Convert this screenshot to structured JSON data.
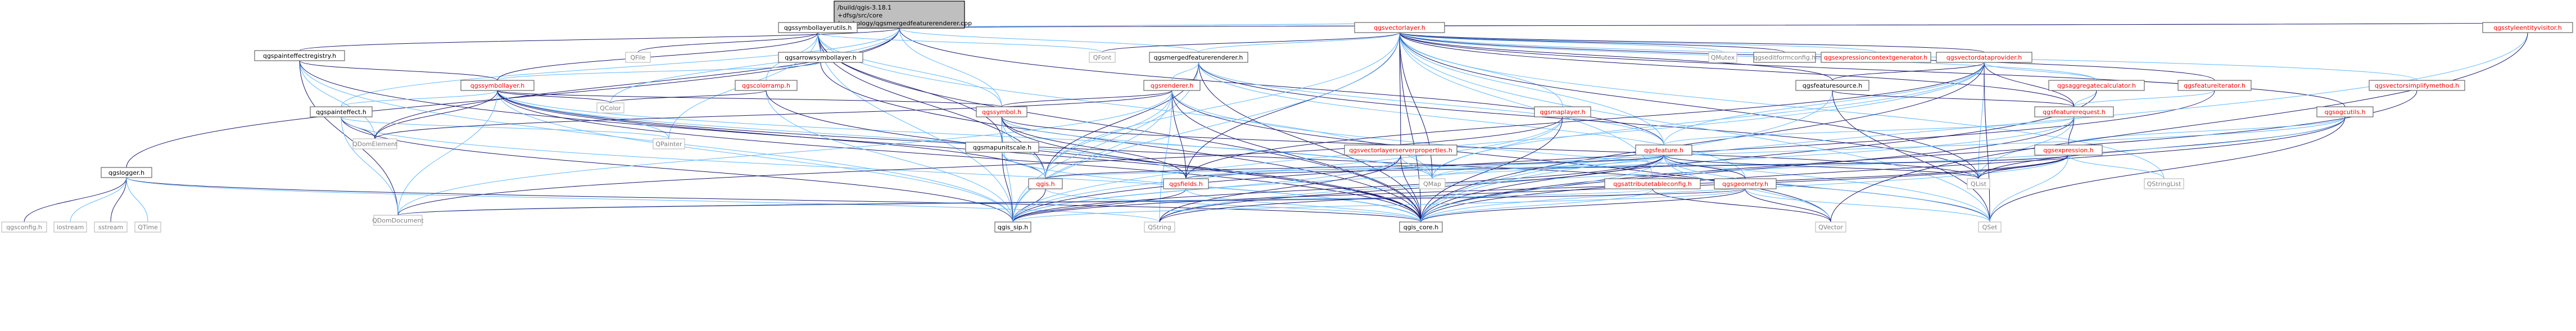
{
  "root": [
    "/build/qgis-3.18.1",
    "+dfsg/src/core",
    "/symbology/qgsmergedfeaturerenderer.cpp"
  ],
  "nodes": {
    "qgsvectorlayer": "qgsvectorlayer.h",
    "qgsstyleentityvisitor": "qgsstyleentityvisitor.h",
    "qgssymbollayerutils": "qgssymbollayerutils.h",
    "qgspainteffectregistry": "qgspainteffectregistry.h",
    "qgsarrowsymbollayer": "qgsarrowsymbollayer.h",
    "qgssymbollayer": "qgssymbollayer.h",
    "qgscolorramp": "qgscolorramp.h",
    "qgsmergedfeaturerenderer": "qgsmergedfeaturerenderer.h",
    "qgsrenderer": "qgsrenderer.h",
    "qgspainteffect": "qgspainteffect.h",
    "qgssymbol": "qgssymbol.h",
    "qgsmapunitscale": "qgsmapunitscale.h",
    "qgslogger": "qgslogger.h",
    "qgsvectordataprovider": "qgsvectordataprovider.h",
    "qgsfeaturesource": "qgsfeaturesource.h",
    "qgsaggregatecalculator": "qgsaggregatecalculator.h",
    "qgsfeatureiterator": "qgsfeatureiterator.h",
    "qgsfeaturerequest": "qgsfeaturerequest.h",
    "qgsvectorsimplifymethod": "qgsvectorsimplifymethod.h",
    "qgsogcutils": "qgsogcutils.h",
    "qgsexpression": "qgsexpression.h",
    "qgsexpressioncontextgenerator": "qgsexpressioncontextgenerator.h",
    "qgsmaplayer": "qgsmaplayer.h",
    "qgsfeature": "qgsfeature.h",
    "qgsvectorlayerserverproperties": "qgsvectorlayerserverproperties.h",
    "qgsattributetableconfig": "qgsattributetableconfig.h",
    "qgsgeometry": "qgsgeometry.h",
    "qgsfields": "qgsfields.h",
    "qgis": "qgis.h",
    "qgis_sip": "qgis_sip.h",
    "qgis_core": "qgis_core.h",
    "qgseditformconfig": "qgseditformconfig.h",
    "QFile": "QFile",
    "QFont": "QFont",
    "QColor": "QColor",
    "QPainter": "QPainter",
    "QDomElement": "QDomElement",
    "QDomDocument": "QDomDocument",
    "QMap": "QMap",
    "QString": "QString",
    "QVector": "QVector",
    "QSet": "QSet",
    "QList": "QList",
    "QStringList": "QStringList",
    "QMutex": "QMutex",
    "qgsconfig": "qgsconfig.h",
    "iostream": "iostream",
    "sstream": "sstream",
    "QTime": "QTime"
  },
  "colors": {
    "edge": "#63b8ff",
    "edge_dark": "#191970",
    "red_text": "#ff0000",
    "root_fill": "#bfbfbf"
  }
}
